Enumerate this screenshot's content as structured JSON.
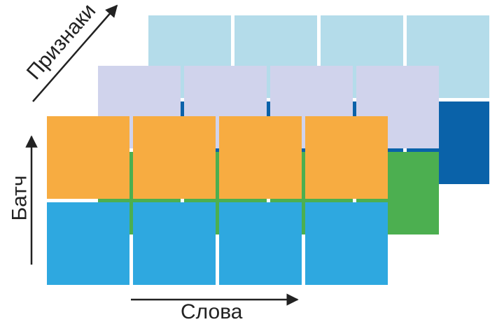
{
  "labels": {
    "features": "Признаки",
    "batch": "Батч",
    "words": "Слова"
  },
  "layers": [
    {
      "name": "back",
      "top_color": "#b4dcea",
      "bottom_color": "#0a62a9"
    },
    {
      "name": "middle",
      "top_color": "#d0d3ec",
      "bottom_color": "#4caf50"
    },
    {
      "name": "front",
      "top_color": "#f7ac41",
      "bottom_color": "#2ea8e0"
    }
  ],
  "grid": {
    "columns": 4,
    "rows": 2
  }
}
